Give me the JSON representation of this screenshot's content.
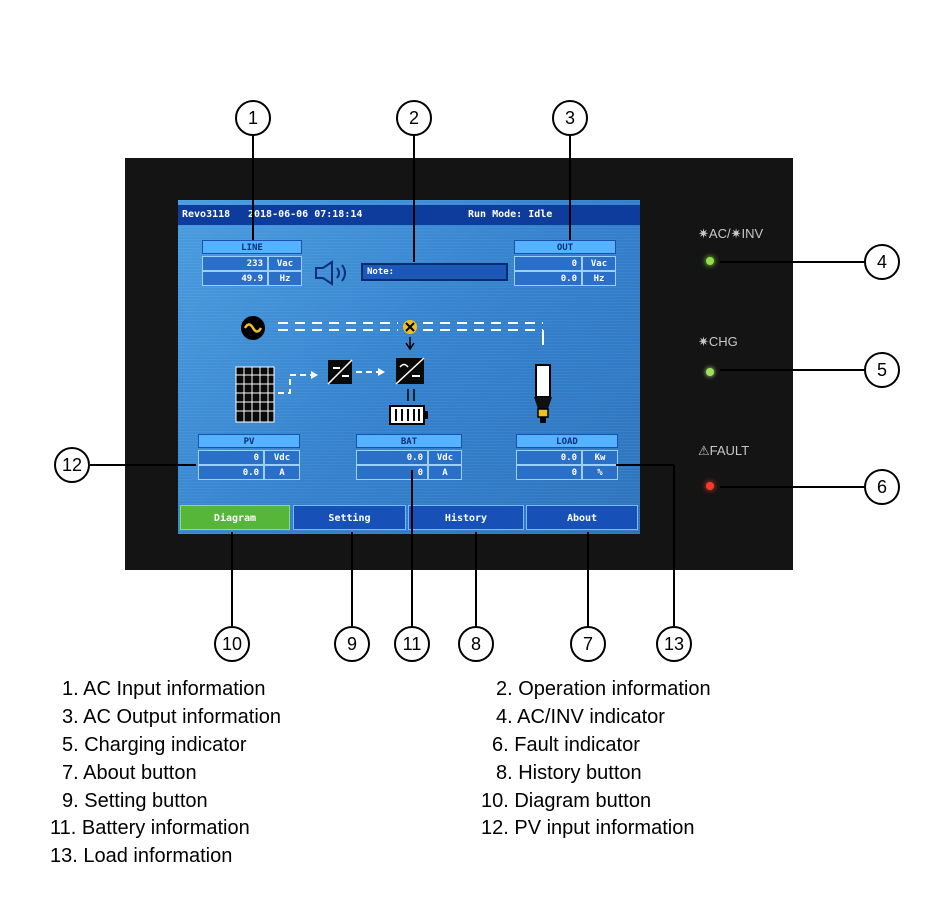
{
  "screen": {
    "model": "Revo3118",
    "datetime": "2018-06-06 07:18:14",
    "run_mode": "Run Mode: Idle",
    "line_box": {
      "title": "LINE",
      "rows": [
        {
          "value": "233",
          "unit": "Vac"
        },
        {
          "value": "49.9",
          "unit": "Hz"
        }
      ]
    },
    "note": {
      "label": "Note:"
    },
    "out_box": {
      "title": "OUT",
      "rows": [
        {
          "value": "0",
          "unit": "Vac"
        },
        {
          "value": "0.0",
          "unit": "Hz"
        }
      ]
    },
    "pv_box": {
      "title": "PV",
      "rows": [
        {
          "value": "0",
          "unit": "Vdc"
        },
        {
          "value": "0.0",
          "unit": "A"
        }
      ]
    },
    "bat_box": {
      "title": "BAT",
      "rows": [
        {
          "value": "0.0",
          "unit": "Vdc"
        },
        {
          "value": "0",
          "unit": "A"
        }
      ]
    },
    "load_box": {
      "title": "LOAD",
      "rows": [
        {
          "value": "0.0",
          "unit": "Kw"
        },
        {
          "value": "0",
          "unit": "%"
        }
      ]
    },
    "tabs": [
      {
        "label": "Diagram"
      },
      {
        "label": "Setting"
      },
      {
        "label": "History"
      },
      {
        "label": "About"
      }
    ]
  },
  "indicators": [
    {
      "label": "✷AC/✷INV",
      "color": "#8fe04a"
    },
    {
      "label": "✷CHG",
      "color": "#9fe060"
    },
    {
      "label": "⚠FAULT",
      "color": "#ff3a2a"
    }
  ],
  "callouts": [
    "1",
    "2",
    "3",
    "4",
    "5",
    "6",
    "7",
    "8",
    "9",
    "10",
    "11",
    "12",
    "13"
  ],
  "legend": [
    "1.  AC Input information",
    "2.  Operation information",
    "3.  AC Output information",
    "4.  AC/INV indicator",
    "5.  Charging indicator",
    "6.  Fault indicator",
    "7.  About  button",
    "8.  History button",
    "9.  Setting button",
    "10.  Diagram button",
    "11.  Battery information",
    "12.  PV input information",
    "13.  Load information"
  ]
}
